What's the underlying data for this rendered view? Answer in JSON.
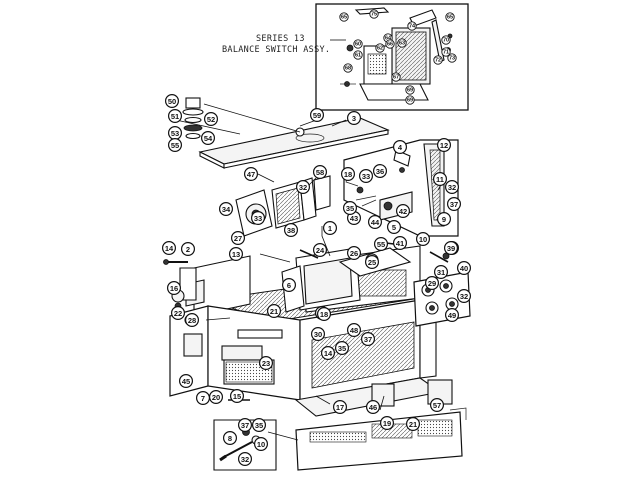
{
  "inset": {
    "caption_line1": "SERIES 13",
    "caption_line2": "BALANCE SWITCH ASSY."
  },
  "inset_callouts": [
    "65",
    "65",
    "60",
    "61",
    "62",
    "64",
    "66",
    "63",
    "68",
    "67",
    "69",
    "69",
    "70",
    "71",
    "72",
    "73",
    "74",
    "75"
  ],
  "callouts": [
    "50",
    "51",
    "52",
    "53",
    "54",
    "55",
    "59",
    "3",
    "4",
    "12",
    "47",
    "58",
    "18",
    "33",
    "36",
    "11",
    "32",
    "37",
    "39",
    "34",
    "32",
    "38",
    "42",
    "43",
    "44",
    "5",
    "9",
    "1",
    "35",
    "25",
    "27",
    "33",
    "24",
    "55",
    "41",
    "10",
    "14",
    "2",
    "13",
    "26",
    "31",
    "40",
    "39",
    "29",
    "6",
    "16",
    "28",
    "22",
    "19",
    "30",
    "32",
    "49",
    "21",
    "18",
    "48",
    "37",
    "14",
    "35",
    "45",
    "20",
    "23",
    "7",
    "15",
    "17",
    "46",
    "57",
    "19",
    "21",
    "37",
    "35",
    "8",
    "10",
    "32"
  ]
}
